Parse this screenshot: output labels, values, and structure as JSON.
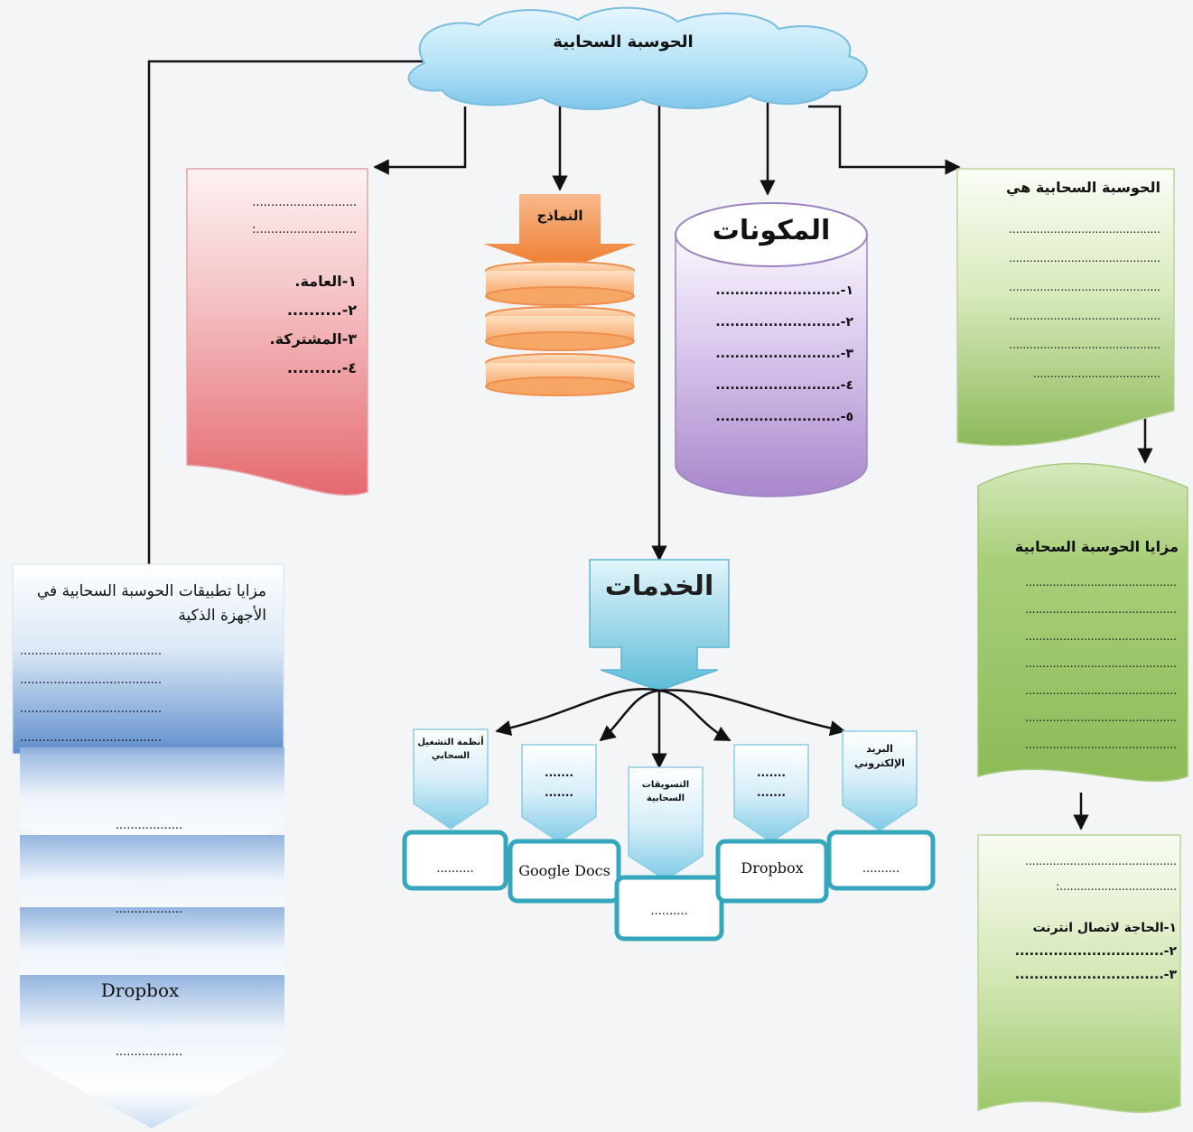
{
  "cloud": {
    "title": "الحوسبة السحابية"
  },
  "definition": {
    "title": "الحوسبة السحابية هي",
    "lines": [
      "............................................",
      "............................................",
      "............................................",
      "............................................",
      "............................................",
      "....................................."
    ]
  },
  "benefits": {
    "title": "مزايا الحوسبة السحابية",
    "lines": [
      "............................................",
      "............................................",
      "............................................",
      "............................................",
      "............................................",
      "............................................",
      "............................................"
    ]
  },
  "drawbacks": {
    "lines": [
      "............................................",
      "..................................:"
    ],
    "items": [
      "١-الحاجة لاتصال انترنت",
      "٢-...............................",
      "٣-..............................."
    ]
  },
  "components": {
    "title": "المكونات",
    "items": [
      "١-..........................",
      "٢-..........................",
      "٣-..........................",
      "٤-..........................",
      "٥-.........................."
    ]
  },
  "models": {
    "label": "النماذج"
  },
  "types": {
    "lines": [
      "............................",
      "...........................:"
    ],
    "items": [
      "١-العامة.",
      "٢-..........",
      "٣-المشتركة.",
      "٤-.........."
    ]
  },
  "services": {
    "title": "الخدمات",
    "cards": [
      {
        "label": "أنظمة التشغيل السحابي",
        "example": ".........."
      },
      {
        "label": ".......\n.......",
        "example": "Google Docs"
      },
      {
        "label": "التسويقات السحابية",
        "example": ".........."
      },
      {
        "label": ".......\n.......",
        "example": "Dropbox"
      },
      {
        "label": "البريد الإلكتروني",
        "example": ".........."
      }
    ]
  },
  "smart_devices": {
    "title": "مزايا تطبيقات الحوسبة السحابية في الأجهزة الذكية",
    "lines": [
      "......................................",
      "......................................",
      "......................................",
      "......................................"
    ],
    "chevrons": [
      "..................",
      "..................",
      "Dropbox",
      ".................."
    ]
  },
  "colors": {
    "red_shape": "#e9787d",
    "green_shape": "#93bf62",
    "purple_shape": "#b79bd3",
    "blue_shape": "#6f99cf",
    "teal_frame": "#35a7bd",
    "orange": "#f0893d",
    "cloud": "#8fd0ee"
  }
}
